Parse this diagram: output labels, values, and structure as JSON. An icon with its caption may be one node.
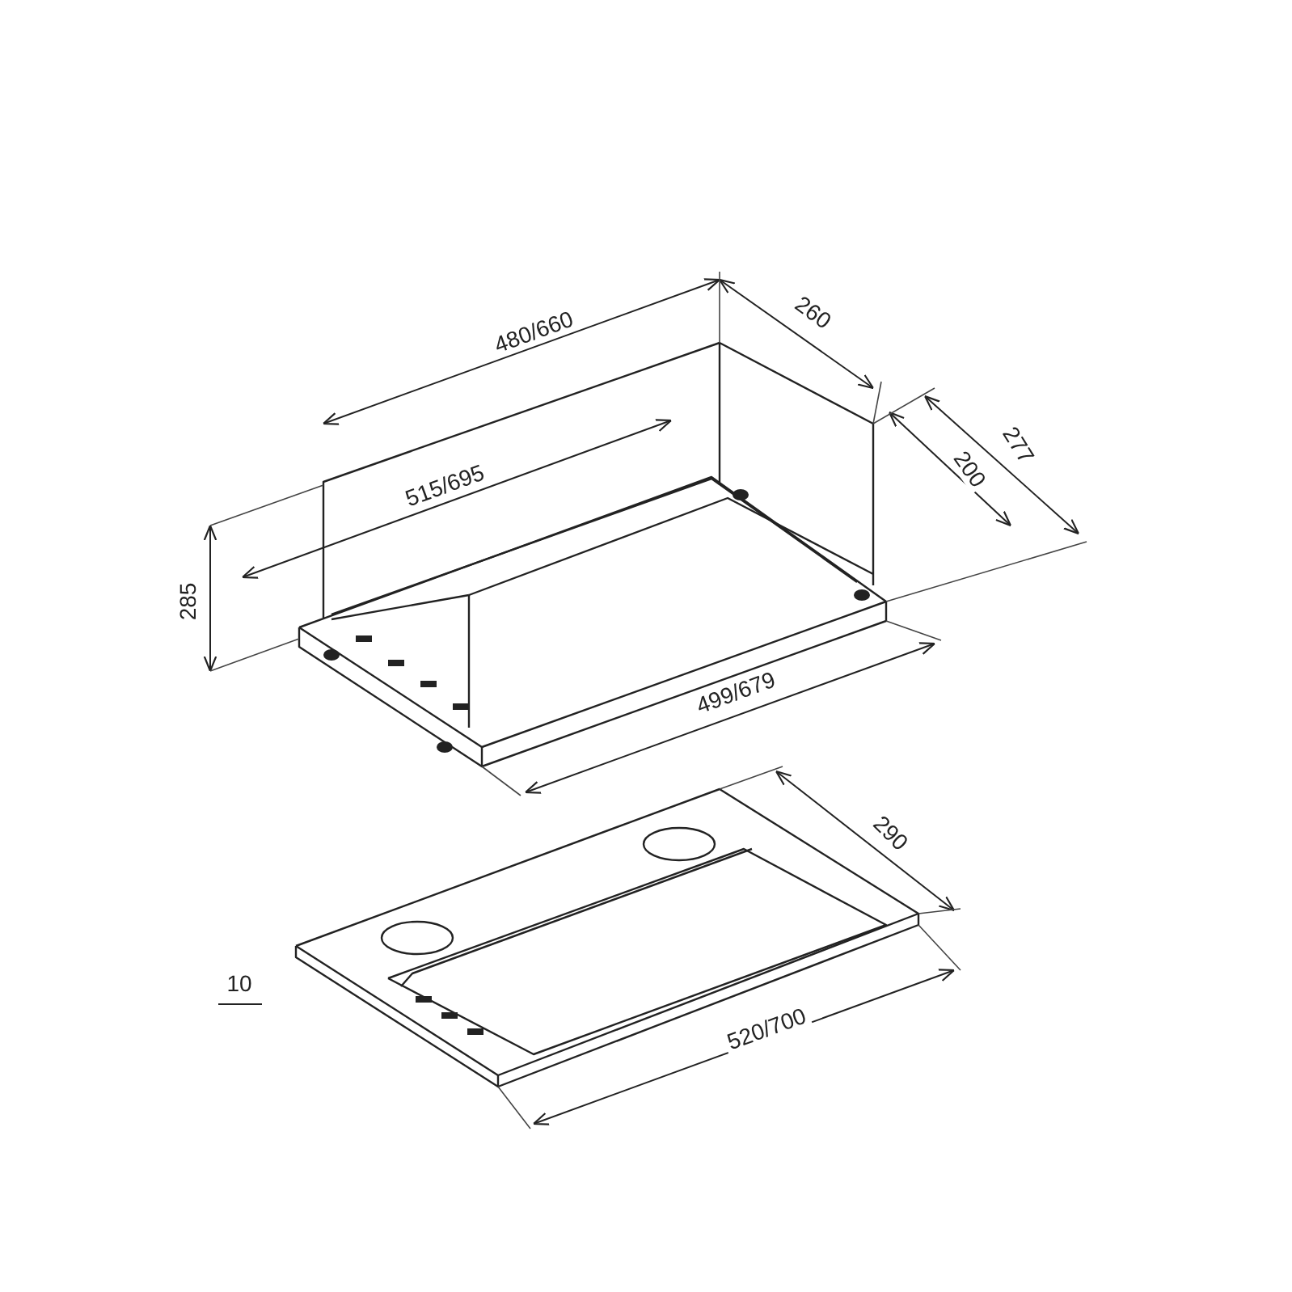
{
  "diagram": {
    "labels": [
      "480/660",
      "260",
      "277",
      "200",
      "515/695",
      "285",
      "499/679",
      "290",
      "10",
      "520/700"
    ]
  }
}
